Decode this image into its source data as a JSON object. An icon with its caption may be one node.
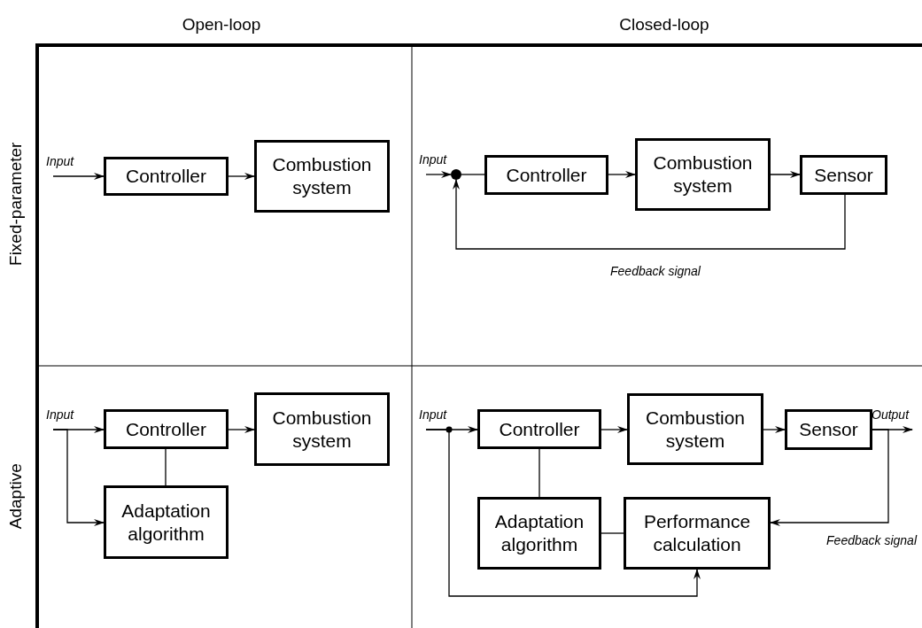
{
  "diagram": {
    "nodes": [
      {
        "text": [
          "Controller"
        ]
      },
      {
        "text": [
          "Combustion system"
        ]
      },
      {
        "text": [],
        "shape": "circle"
      },
      {
        "text": [
          "Controller"
        ]
      },
      {
        "text": [
          "Combustion system"
        ]
      },
      {
        "text": [
          "Sensor"
        ]
      },
      {
        "text": [
          "Controller"
        ]
      },
      {
        "text": [
          "Combustion system"
        ]
      },
      {
        "text": [
          "Adaptation algorithm"
        ]
      },
      {
        "text": [
          "Controller"
        ]
      },
      {
        "text": [
          "Combustion system"
        ]
      },
      {
        "text": [
          "Sensor"
        ]
      },
      {
        "text": [
          "Adaptation algorithm"
        ]
      },
      {
        "text": [
          "Performance calculation"
        ]
      },
      {
        "text": [
          "Input"
        ]
      },
      {
        "text": [
          "Input"
        ]
      },
      {
        "text": [
          "Input"
        ]
      },
      {
        "text": [
          "Input"
        ]
      },
      {
        "text": [
          "Output"
        ]
      }
    ],
    "edges": [
      {
        "from": 14,
        "to": 0,
        "arrow": "to"
      },
      {
        "from": 0,
        "to": 1,
        "arrow": "to"
      },
      {
        "from": 15,
        "to": 2,
        "arrow": "to"
      },
      {
        "from": 5,
        "to": 2,
        "arrow": "to",
        "label": "Feedback signal"
      },
      {
        "from": 2,
        "to": 3,
        "arrow": "none"
      },
      {
        "from": 3,
        "to": 4,
        "arrow": "to"
      },
      {
        "from": 4,
        "to": 5,
        "arrow": "to"
      },
      {
        "from": 16,
        "to": 6,
        "arrow": "to"
      },
      {
        "from": 16,
        "to": 8,
        "arrow": "to"
      },
      {
        "from": 6,
        "to": 7,
        "arrow": "to"
      },
      {
        "from": 6,
        "to": 8,
        "arrow": "none"
      },
      {
        "from": 17,
        "to": 9,
        "arrow": "to"
      },
      {
        "from": 17,
        "to": 13,
        "arrow": "to"
      },
      {
        "from": 9,
        "to": 10,
        "arrow": "to"
      },
      {
        "from": 10,
        "to": 11,
        "arrow": "to"
      },
      {
        "from": 11,
        "to": 18,
        "arrow": "to"
      },
      {
        "from": 11,
        "to": 13,
        "arrow": "to",
        "label": "Feedback signal"
      },
      {
        "from": 9,
        "to": 12,
        "arrow": "none"
      },
      {
        "from": 12,
        "to": 13,
        "arrow": "none"
      }
    ],
    "labels": [
      "Open-loop",
      "Closed-loop",
      "Fixed-parameter",
      "Adaptive"
    ]
  }
}
